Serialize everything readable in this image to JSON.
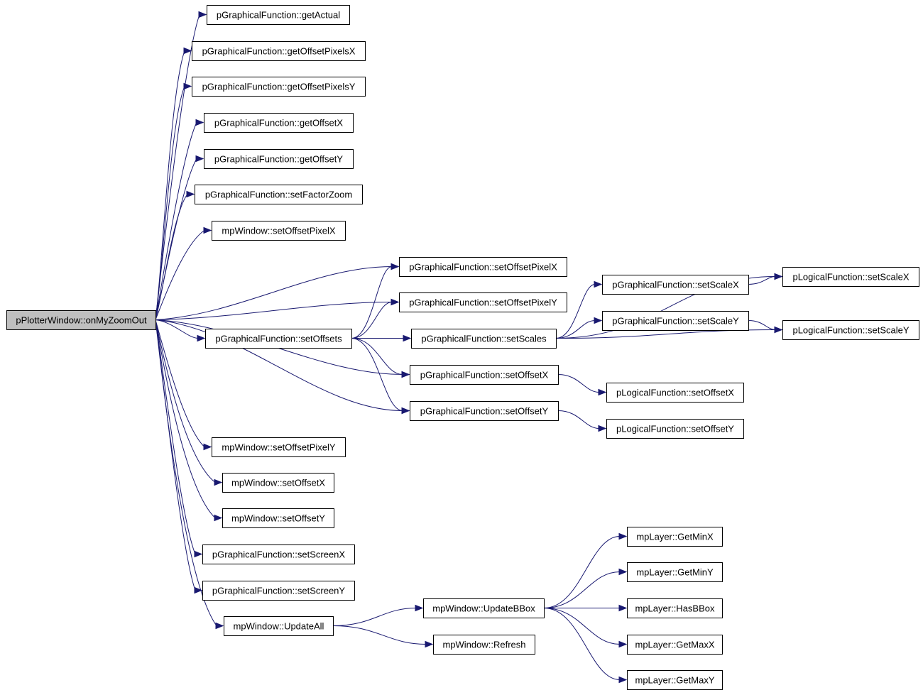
{
  "graph": {
    "nodes": [
      {
        "id": "root",
        "label": "pPlotterWindow::onMyZoomOut",
        "root": true
      },
      {
        "id": "getActual",
        "label": "pGraphicalFunction::getActual"
      },
      {
        "id": "getOffsetPixelsX",
        "label": "pGraphicalFunction::getOffsetPixelsX"
      },
      {
        "id": "getOffsetPixelsY",
        "label": "pGraphicalFunction::getOffsetPixelsY"
      },
      {
        "id": "getOffsetX",
        "label": "pGraphicalFunction::getOffsetX"
      },
      {
        "id": "getOffsetY",
        "label": "pGraphicalFunction::getOffsetY"
      },
      {
        "id": "setFactorZoom",
        "label": "pGraphicalFunction::setFactorZoom"
      },
      {
        "id": "mpSetOffsetPixelX",
        "label": "mpWindow::setOffsetPixelX"
      },
      {
        "id": "pgSetOffsetPixelX",
        "label": "pGraphicalFunction::setOffsetPixelX"
      },
      {
        "id": "pgSetOffsetPixelY",
        "label": "pGraphicalFunction::setOffsetPixelY"
      },
      {
        "id": "setOffsets",
        "label": "pGraphicalFunction::setOffsets"
      },
      {
        "id": "setScales",
        "label": "pGraphicalFunction::setScales"
      },
      {
        "id": "pgSetScaleX",
        "label": "pGraphicalFunction::setScaleX"
      },
      {
        "id": "pgSetScaleY",
        "label": "pGraphicalFunction::setScaleY"
      },
      {
        "id": "plSetScaleX",
        "label": "pLogicalFunction::setScaleX"
      },
      {
        "id": "plSetScaleY",
        "label": "pLogicalFunction::setScaleY"
      },
      {
        "id": "pgSetOffsetX",
        "label": "pGraphicalFunction::setOffsetX"
      },
      {
        "id": "pgSetOffsetY",
        "label": "pGraphicalFunction::setOffsetY"
      },
      {
        "id": "plSetOffsetX",
        "label": "pLogicalFunction::setOffsetX"
      },
      {
        "id": "plSetOffsetY",
        "label": "pLogicalFunction::setOffsetY"
      },
      {
        "id": "mpSetOffsetPixelY",
        "label": "mpWindow::setOffsetPixelY"
      },
      {
        "id": "mpSetOffsetX",
        "label": "mpWindow::setOffsetX"
      },
      {
        "id": "mpSetOffsetY",
        "label": "mpWindow::setOffsetY"
      },
      {
        "id": "setScreenX",
        "label": "pGraphicalFunction::setScreenX"
      },
      {
        "id": "setScreenY",
        "label": "pGraphicalFunction::setScreenY"
      },
      {
        "id": "updateAll",
        "label": "mpWindow::UpdateAll"
      },
      {
        "id": "updateBBox",
        "label": "mpWindow::UpdateBBox"
      },
      {
        "id": "refresh",
        "label": "mpWindow::Refresh"
      },
      {
        "id": "getMinX",
        "label": "mpLayer::GetMinX"
      },
      {
        "id": "getMinY",
        "label": "mpLayer::GetMinY"
      },
      {
        "id": "hasBBox",
        "label": "mpLayer::HasBBox"
      },
      {
        "id": "getMaxX",
        "label": "mpLayer::GetMaxX"
      },
      {
        "id": "getMaxY",
        "label": "mpLayer::GetMaxY"
      }
    ],
    "edges": [
      [
        "root",
        "getActual"
      ],
      [
        "root",
        "getOffsetPixelsX"
      ],
      [
        "root",
        "getOffsetPixelsY"
      ],
      [
        "root",
        "getOffsetX"
      ],
      [
        "root",
        "getOffsetY"
      ],
      [
        "root",
        "setFactorZoom"
      ],
      [
        "root",
        "mpSetOffsetPixelX"
      ],
      [
        "root",
        "pgSetOffsetPixelX"
      ],
      [
        "root",
        "pgSetOffsetPixelY"
      ],
      [
        "root",
        "setOffsets"
      ],
      [
        "root",
        "pgSetOffsetX"
      ],
      [
        "root",
        "pgSetOffsetY"
      ],
      [
        "root",
        "mpSetOffsetPixelY"
      ],
      [
        "root",
        "mpSetOffsetX"
      ],
      [
        "root",
        "mpSetOffsetY"
      ],
      [
        "root",
        "setScreenX"
      ],
      [
        "root",
        "setScreenY"
      ],
      [
        "root",
        "updateAll"
      ],
      [
        "setOffsets",
        "pgSetOffsetPixelX"
      ],
      [
        "setOffsets",
        "pgSetOffsetPixelY"
      ],
      [
        "setOffsets",
        "setScales"
      ],
      [
        "setOffsets",
        "pgSetOffsetX"
      ],
      [
        "setOffsets",
        "pgSetOffsetY"
      ],
      [
        "setScales",
        "pgSetScaleX"
      ],
      [
        "setScales",
        "pgSetScaleY"
      ],
      [
        "setScales",
        "plSetScaleX"
      ],
      [
        "setScales",
        "plSetScaleY"
      ],
      [
        "pgSetScaleX",
        "plSetScaleX"
      ],
      [
        "pgSetScaleY",
        "plSetScaleY"
      ],
      [
        "pgSetOffsetX",
        "plSetOffsetX"
      ],
      [
        "pgSetOffsetY",
        "plSetOffsetY"
      ],
      [
        "updateAll",
        "updateBBox"
      ],
      [
        "updateAll",
        "refresh"
      ],
      [
        "updateBBox",
        "getMinX"
      ],
      [
        "updateBBox",
        "getMinY"
      ],
      [
        "updateBBox",
        "hasBBox"
      ],
      [
        "updateBBox",
        "getMaxX"
      ],
      [
        "updateBBox",
        "getMaxY"
      ]
    ]
  }
}
